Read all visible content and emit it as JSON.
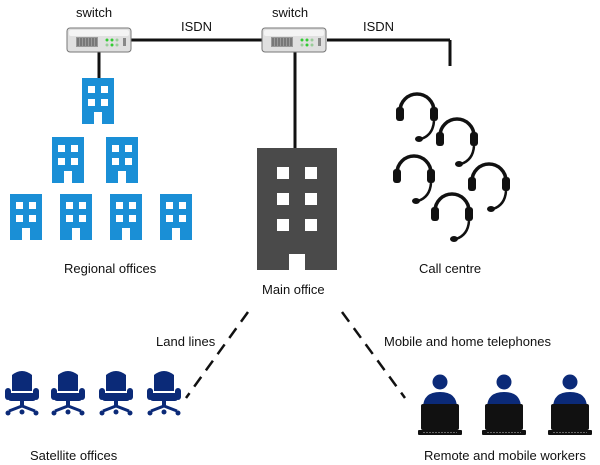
{
  "switches": [
    {
      "label": "switch"
    },
    {
      "label": "switch"
    }
  ],
  "links": [
    {
      "label": "ISDN"
    },
    {
      "label": "ISDN"
    },
    {
      "label": "Land lines"
    },
    {
      "label": "Mobile and home telephones"
    }
  ],
  "nodes": {
    "regional_offices": "Regional offices",
    "main_office": "Main office",
    "call_centre": "Call centre",
    "satellite_offices": "Satellite offices",
    "remote_workers": "Remote and mobile workers"
  },
  "colors": {
    "regional": "#1a8fd6",
    "main_office": "#4a4a4a",
    "navy": "#0b2a78",
    "headset": "#111111",
    "switch_body": "#d9d9d9"
  }
}
